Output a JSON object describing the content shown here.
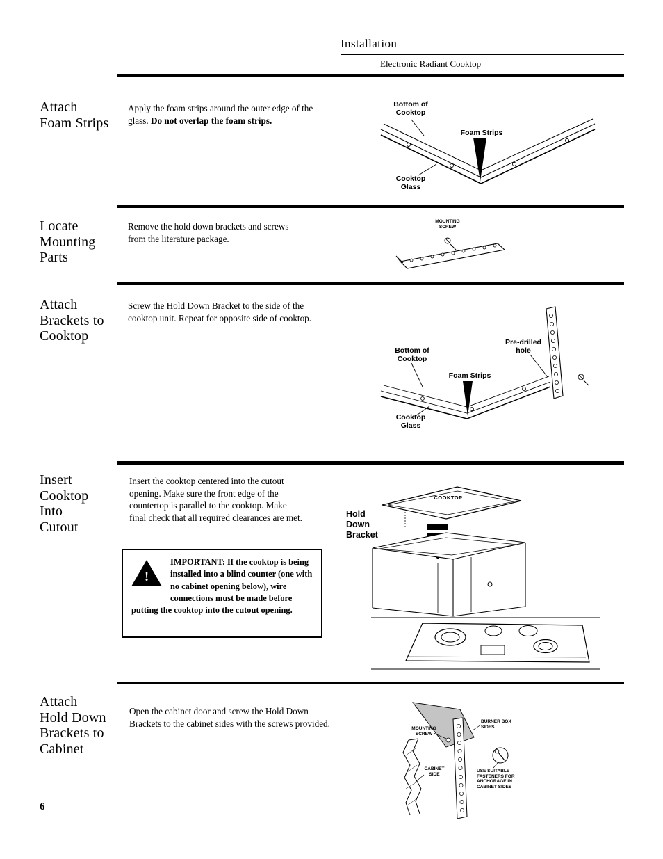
{
  "header": {
    "section_title": "Installation",
    "subtitle": "Electronic Radiant Cooktop"
  },
  "page_number": "6",
  "sections": {
    "foam": {
      "heading": "Attach\nFoam Strips",
      "body_regular": "Apply the foam strips around the outer edge of the glass. ",
      "body_bold": "Do not overlap the foam strips.",
      "labels": {
        "bottom_of_cooktop": "Bottom of\nCooktop",
        "foam_strips": "Foam Strips",
        "cooktop_glass": "Cooktop\nGlass"
      }
    },
    "locate": {
      "heading": "Locate\nMounting\nParts",
      "body": "Remove the hold down brackets and screws from the literature package.",
      "labels": {
        "mounting_screw": "MOUNTING\nSCREW"
      }
    },
    "brackets": {
      "heading": "Attach\nBrackets to\nCooktop",
      "body": "Screw the Hold Down Bracket to the side of the cooktop unit. Repeat for opposite side of cooktop.",
      "labels": {
        "pre_drilled_hole": "Pre-drilled\nhole",
        "bottom_of_cooktop": "Bottom of\nCooktop",
        "foam_strips": "Foam Strips",
        "cooktop_glass": "Cooktop\nGlass"
      }
    },
    "insert": {
      "heading": "Insert\nCooktop\nInto\nCutout",
      "body": "Insert the cooktop centered into the cutout opening. Make sure the front edge of the countertop is parallel to the cooktop. Make final check that all required clearances are met.",
      "warning_icon": "!",
      "warning": "IMPORTANT: If the cooktop is being installed into a blind counter (one with no cabinet opening below), wire connections must be made before putting the cooktop into the cutout opening.",
      "labels": {
        "cooktop": "COOKTOP",
        "hold_down_bracket": "Hold\nDown\nBracket"
      }
    },
    "cabinet": {
      "heading": "Attach\nHold Down\nBrackets to\nCabinet",
      "body": "Open the cabinet door and screw the Hold Down Brackets to the cabinet sides with the screws provided.",
      "labels": {
        "mounting_screw": "MOUNTING\nSCREW",
        "burner_box_sides": "BURNER BOX\nSIDES",
        "cabinet_side": "CABINET\nSIDE",
        "fasteners": "USE SUITABLE\nFASTENERS FOR\nANCHORAGE IN\nCABINET SIDES"
      }
    }
  }
}
